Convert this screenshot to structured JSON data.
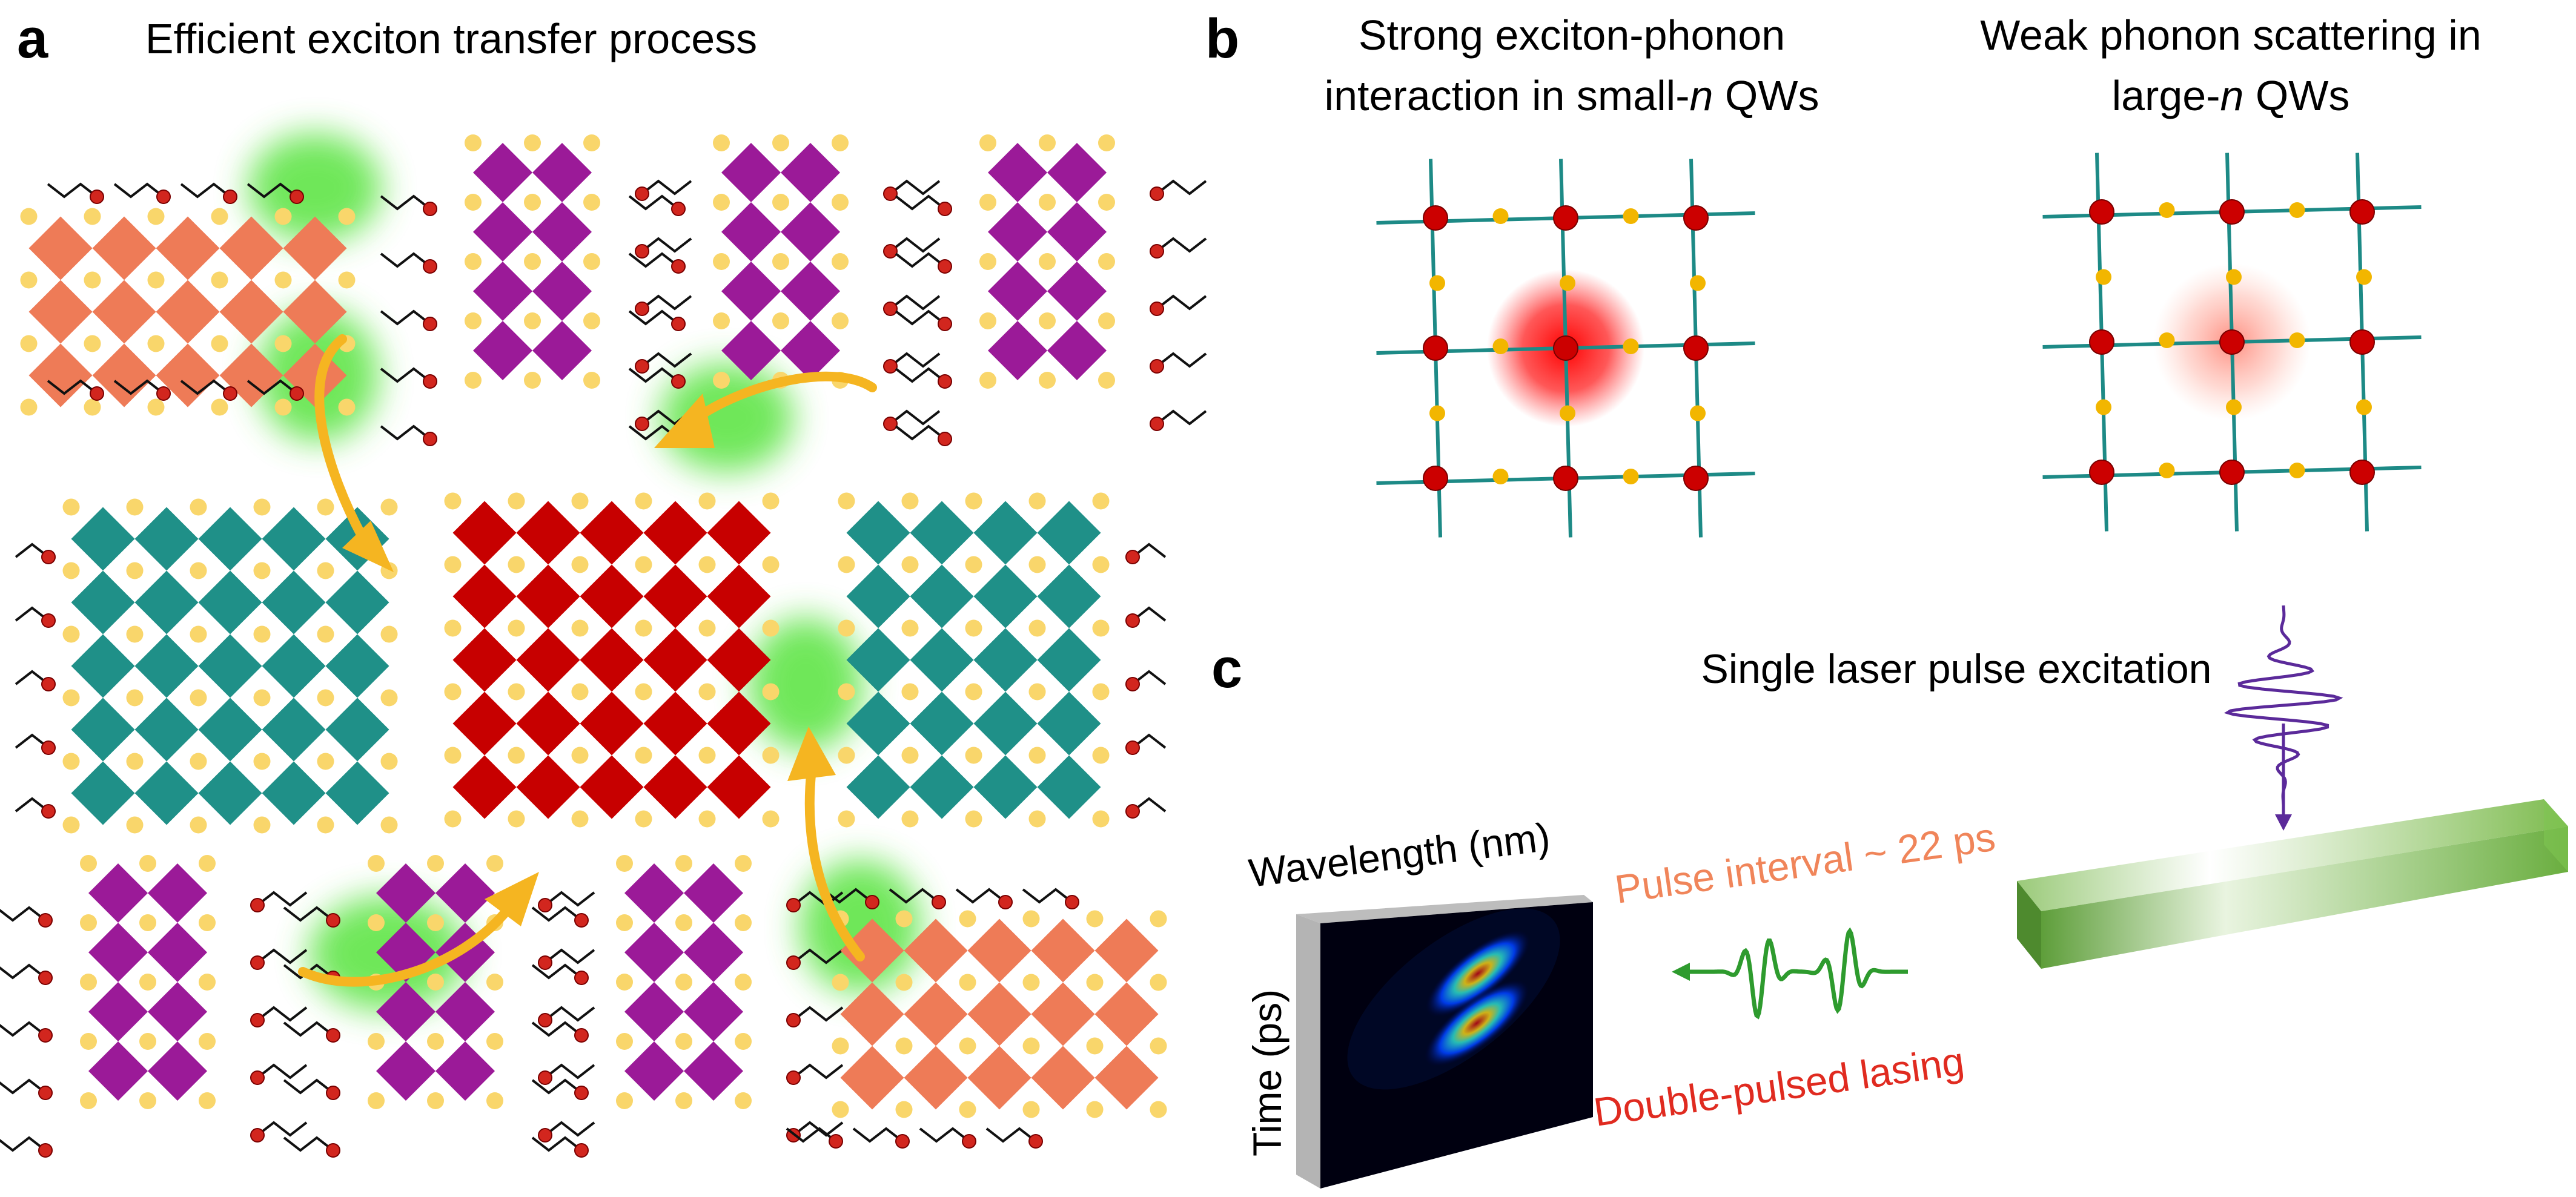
{
  "panel_a": {
    "letter": "a",
    "title": "Efficient exciton transfer process",
    "colors": {
      "orange": "#EE7B57",
      "purple": "#9B1A98",
      "teal": "#1F9088",
      "red": "#C70000",
      "cation_dot": "#F9D66B",
      "ligand_head": "#D2261E",
      "glow": "#57E33D",
      "arrow": "#F5B521"
    }
  },
  "panel_b": {
    "letter": "b",
    "left_title": {
      "line1": "Strong exciton-phonon",
      "line2_before": "interaction in small-",
      "line2_italic": "n",
      "line2_after": " QWs"
    },
    "right_title": {
      "line1": "Weak phonon scattering in",
      "line2_before": "large-",
      "line2_italic": "n",
      "line2_after": " QWs"
    },
    "colors": {
      "bond": "#1D8A86",
      "atom": "#CC0000",
      "phonon": "#F2B600",
      "exciton_strong": "#FF0000",
      "exciton_weak": "#FF8A7A"
    }
  },
  "panel_c": {
    "letter": "c",
    "excitation_label": "Single laser pulse excitation",
    "wavelength_label": "Wavelength (nm)",
    "time_label": "Time (ps)",
    "pulse_interval_label": "Pulse interval ~ 22 ps",
    "lasing_label": "Double-pulsed lasing",
    "colors": {
      "pulse_interval": "#F0855A",
      "lasing": "#E02B20",
      "laser_pulse": "#5B2A9A",
      "emitted_pulse": "#2E9B2E",
      "nanowire": "#6AAE3F"
    }
  }
}
